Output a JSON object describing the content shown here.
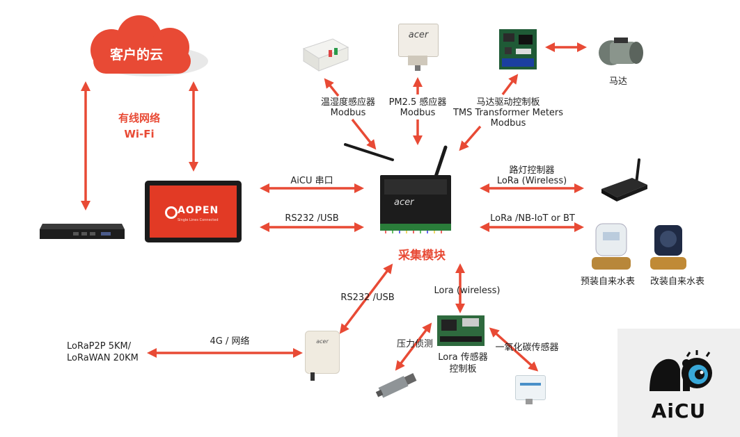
{
  "cloud": {
    "label": "客户的云"
  },
  "network": {
    "line1": "有线网络",
    "line2": "Wi-Fi"
  },
  "tablet": {
    "brand": "AOPEN",
    "tagline": "Single Lines Connected"
  },
  "sensors": {
    "temp_humidity": {
      "line1": "温湿度感应器",
      "line2": "Modbus"
    },
    "pm25": {
      "line1": "PM2.5 感应器",
      "line2": "Modbus",
      "device_brand": "acer"
    },
    "motor_board": {
      "line1": "马达驱动控制板",
      "line2": "TMS Transformer Meters",
      "line3": "Modbus"
    },
    "motor": {
      "label": "马达"
    }
  },
  "links": {
    "aicu_serial": "AiCU 串口",
    "rs232_usb_left": "RS232 /USB",
    "street_light_line1": "路灯控制器",
    "street_light_line2": "LoRa (Wireless)",
    "lora_nbiot": "LoRa /NB-IoT or BT",
    "rs232_usb_bottom": "RS232 /USB",
    "lora_wireless": "Lora (wireless)",
    "fourg": "4G / 网络"
  },
  "module": {
    "label": "采集模块",
    "brand": "acer"
  },
  "meters": {
    "prepaid": "预装自来水表",
    "retrofit": "改装自来水表"
  },
  "lora_range": {
    "line1": "LoRaP2P 5KM/",
    "line2": "LoRaWAN 20KM"
  },
  "gateway": {
    "brand": "acer"
  },
  "lora_board": {
    "line1": "Lora 传感器",
    "line2": "控制板"
  },
  "pressure": {
    "label": "压力侦测"
  },
  "co_sensor": {
    "label": "一氧化碳传感器"
  },
  "logo": {
    "text": "AiCU"
  },
  "colors": {
    "accent": "#e84a35",
    "logo_bg": "#efefef"
  }
}
